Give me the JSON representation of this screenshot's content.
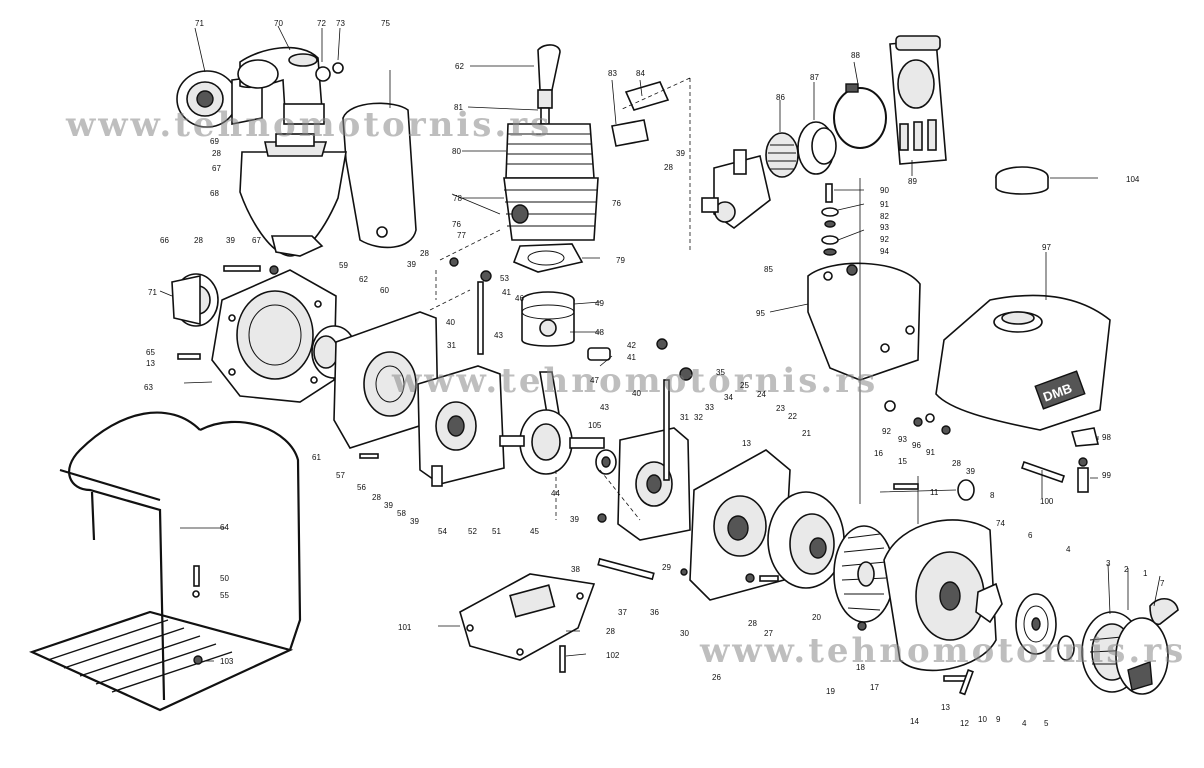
{
  "watermark": "www.tehnomotornis.rs",
  "tank_brand": "DMB",
  "labels": {
    "l71a": "71",
    "l70": "70",
    "l72": "72",
    "l73": "73",
    "l75": "75",
    "l62a": "62",
    "l83": "83",
    "l84": "84",
    "l88": "88",
    "l86": "86",
    "l87": "87",
    "l81": "81",
    "l69": "69",
    "l28a": "28",
    "l67a": "67",
    "l80": "80",
    "l39a": "39",
    "l28b": "28",
    "l89": "89",
    "l76a": "76",
    "l68": "68",
    "l78": "78",
    "l90": "90",
    "l104": "104",
    "l91a": "91",
    "l82": "82",
    "l76b": "76",
    "l93a": "93",
    "l85": "85",
    "l66": "66",
    "l28c": "28",
    "l39b": "39",
    "l67b": "67",
    "l77": "77",
    "l92a": "92",
    "l97": "97",
    "l94": "94",
    "l28d": "28",
    "l79": "79",
    "l39c": "39",
    "l53": "53",
    "l59": "59",
    "l62b": "62",
    "l71b": "71",
    "l41a": "41",
    "l46": "46",
    "l49": "49",
    "l60": "60",
    "l95": "95",
    "l40a": "40",
    "l43a": "43",
    "l48": "48",
    "l42": "42",
    "l65": "65",
    "l13a": "13",
    "l31a": "31",
    "l41b": "41",
    "l35": "35",
    "l63": "63",
    "l47": "47",
    "l40b": "40",
    "l25": "25",
    "l33": "33",
    "l34": "34",
    "l24": "24",
    "l23": "23",
    "l22": "22",
    "l43b": "43",
    "l31b": "31",
    "l32": "32",
    "l92b": "92",
    "l93b": "93",
    "l96": "96",
    "l91b": "91",
    "l28e": "28",
    "l39d": "39",
    "l98": "98",
    "l105": "105",
    "l21": "21",
    "l13b": "13",
    "l16": "16",
    "l15": "15",
    "l61": "61",
    "l57": "57",
    "l56": "56",
    "l28f": "28",
    "l39e": "39",
    "l58": "58",
    "l39f": "39",
    "l54": "54",
    "l52": "52",
    "l51": "51",
    "l45": "45",
    "l44": "44",
    "l11": "11",
    "l100": "100",
    "l99": "99",
    "l8": "8",
    "l39g": "39",
    "l74": "74",
    "l64": "64",
    "l6": "6",
    "l4a": "4",
    "l3": "3",
    "l2": "2",
    "l1": "1",
    "l7": "7",
    "l38": "38",
    "l29": "29",
    "l50": "50",
    "l55": "55",
    "l37": "37",
    "l36": "36",
    "l30": "30",
    "l28g": "28",
    "l27": "27",
    "l20": "20",
    "l101": "101",
    "l28h": "28",
    "l102": "102",
    "l103": "103",
    "l26": "26",
    "l18": "18",
    "l17": "17",
    "l19": "19",
    "l14": "14",
    "l13c": "13",
    "l12": "12",
    "l10": "10",
    "l9": "9",
    "l4b": "4",
    "l5": "5"
  },
  "colors": {
    "ink": "#111111",
    "paper": "#ffffff",
    "watermark": "#8a8a8a"
  }
}
